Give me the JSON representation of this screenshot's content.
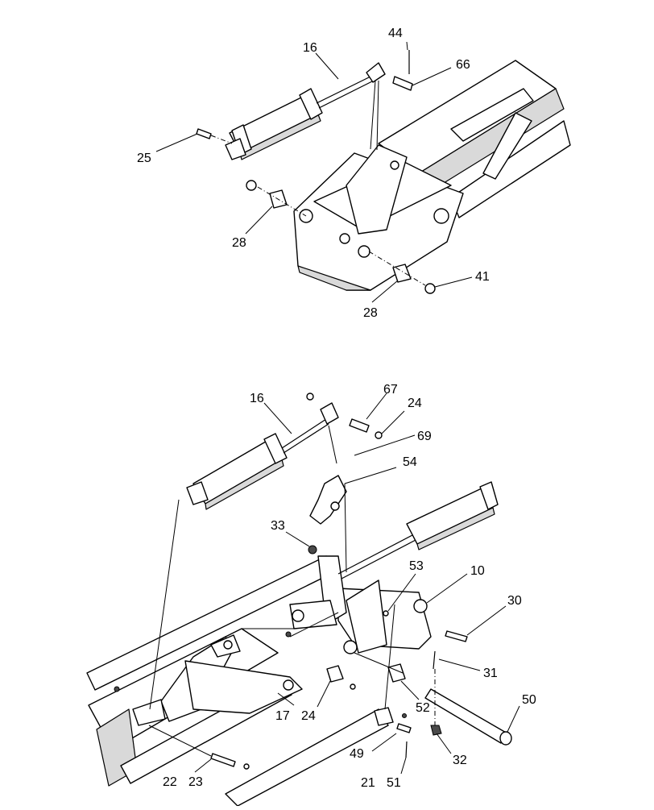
{
  "diagram": {
    "top_view": {
      "callouts": [
        "16",
        "44",
        "66",
        "25",
        "28",
        "28",
        "41"
      ]
    },
    "bottom_view": {
      "callouts": [
        "16",
        "67",
        "24",
        "69",
        "54",
        "33",
        "53",
        "10",
        "30",
        "31",
        "17",
        "24",
        "52",
        "50",
        "22",
        "23",
        "49",
        "32",
        "21",
        "51"
      ]
    }
  }
}
